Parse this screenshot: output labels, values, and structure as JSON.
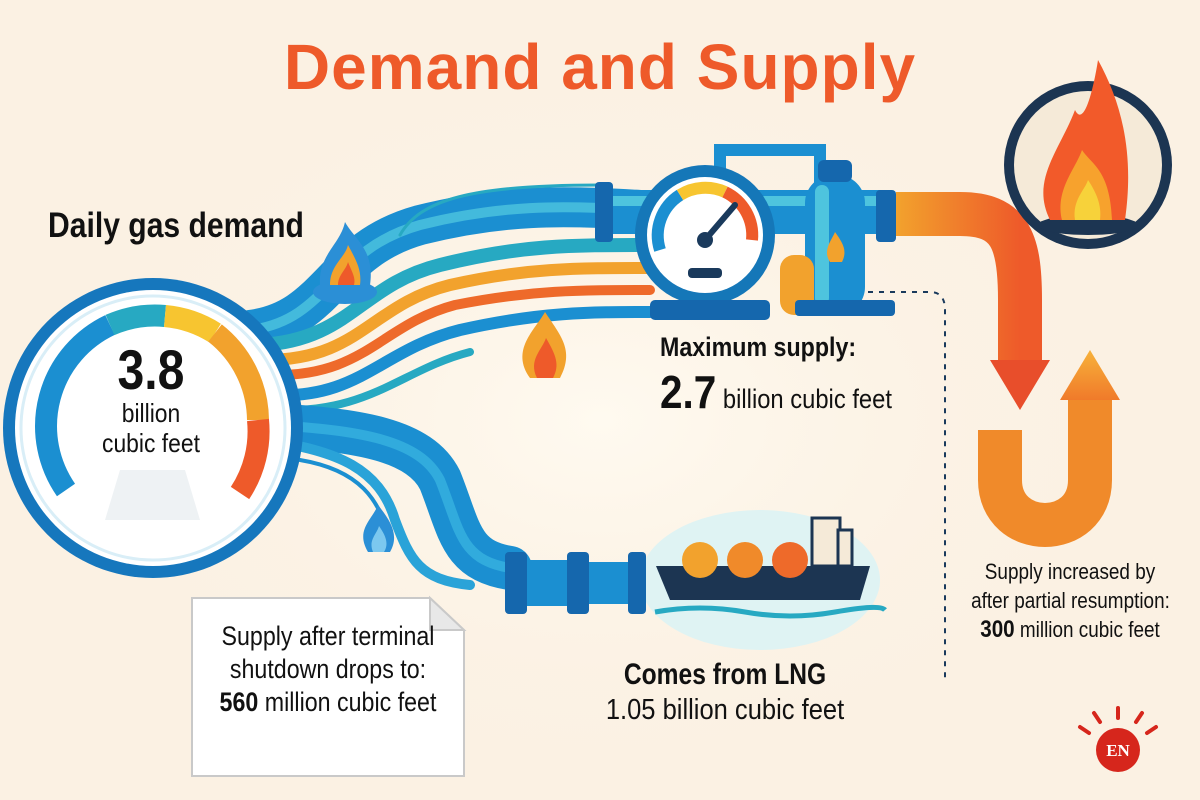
{
  "title": "Demand and Supply",
  "demand": {
    "label": "Daily gas demand",
    "value": "3.8",
    "unit_line1": "billion",
    "unit_line2": "cubic feet"
  },
  "max_supply": {
    "label": "Maximum supply:",
    "value": "2.7",
    "unit": "billion cubic feet"
  },
  "lng": {
    "label": "Comes from LNG",
    "value_text": "1.05 billion cubic feet"
  },
  "shutdown": {
    "line1": "Supply after terminal",
    "line2": "shutdown drops to:",
    "value": "560",
    "unit": "million cubic feet"
  },
  "resumption": {
    "line1": "Supply increased by",
    "line2": "after partial resumption:",
    "value": "300",
    "unit": "million cubic feet"
  },
  "logo": {
    "text": "EN"
  },
  "colors": {
    "background": "#fbf1e3",
    "title": "#ee5a2a",
    "blue": "#1b8fd1",
    "teal": "#27a9c2",
    "orange": "#f08a2a",
    "red": "#e84e2b",
    "yellow": "#f7c530",
    "logo_red": "#d6261c"
  },
  "icons": [
    "flame-icon",
    "gauge-icon",
    "pipeline-icon",
    "gas-tank-icon",
    "lng-ship-icon",
    "burner-flame-icon",
    "logo-sunburst-icon"
  ]
}
